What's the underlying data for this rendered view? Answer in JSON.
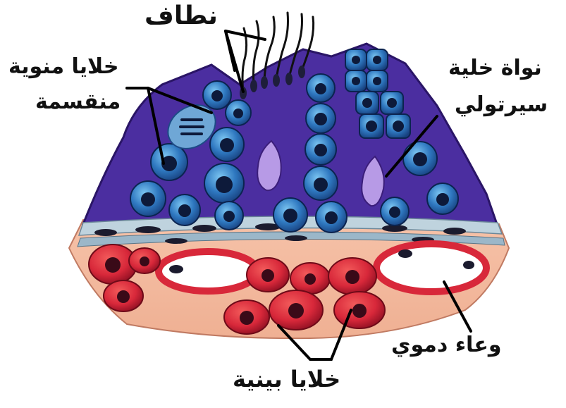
{
  "labels": {
    "flagella": "نطاف",
    "dividing_spermatogonia_line1": "خلايا منوية",
    "dividing_spermatogonia_line2": "منقسمة",
    "sertoli_nucleus_line1": "نواة خلية",
    "sertoli_nucleus_line2": "سيرتولي",
    "blood_vessel": "وعاء دموي",
    "interstitial_cells": "خلايا بينية"
  },
  "colors": {
    "tubule": "#4b2ea0",
    "tubule_dark": "#351c7a",
    "germ_cell": "#2f78c0",
    "germ_cell_light": "#5fb0e8",
    "nucleus": "#0d1a3a",
    "basement": "#9bb7c9",
    "connective": "#f0b8a0",
    "red_cell": "#d8283a",
    "red_cell_dark": "#8e0f22",
    "leader": "#000000"
  }
}
